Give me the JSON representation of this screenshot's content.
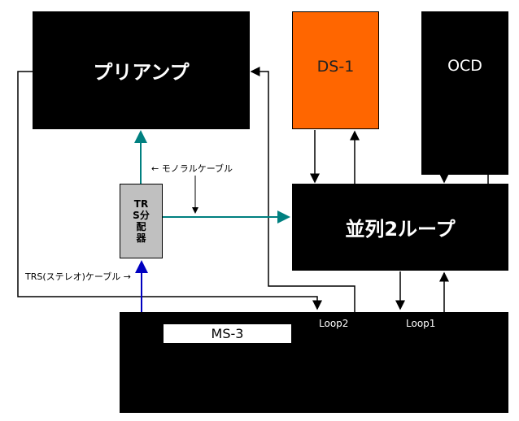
{
  "blocks": {
    "preamp": "プリアンプ",
    "ds1": "DS-1",
    "ocd": "OCD",
    "parallel_loop": "並列2ループ",
    "ms3": "MS-3",
    "trs_splitter": "TRS分配器"
  },
  "labels": {
    "mono_cable": "← モノラルケーブル",
    "trs_cable": "TRS(ステレオ)ケーブル →",
    "loop2": "Loop2",
    "loop1": "Loop1"
  },
  "colors": {
    "block": "#000000",
    "ds1": "#ff6600",
    "trs_box": "#c0c0c0",
    "mono_line": "#008080",
    "stereo_line": "#0000c0",
    "loop_line": "#000000"
  }
}
